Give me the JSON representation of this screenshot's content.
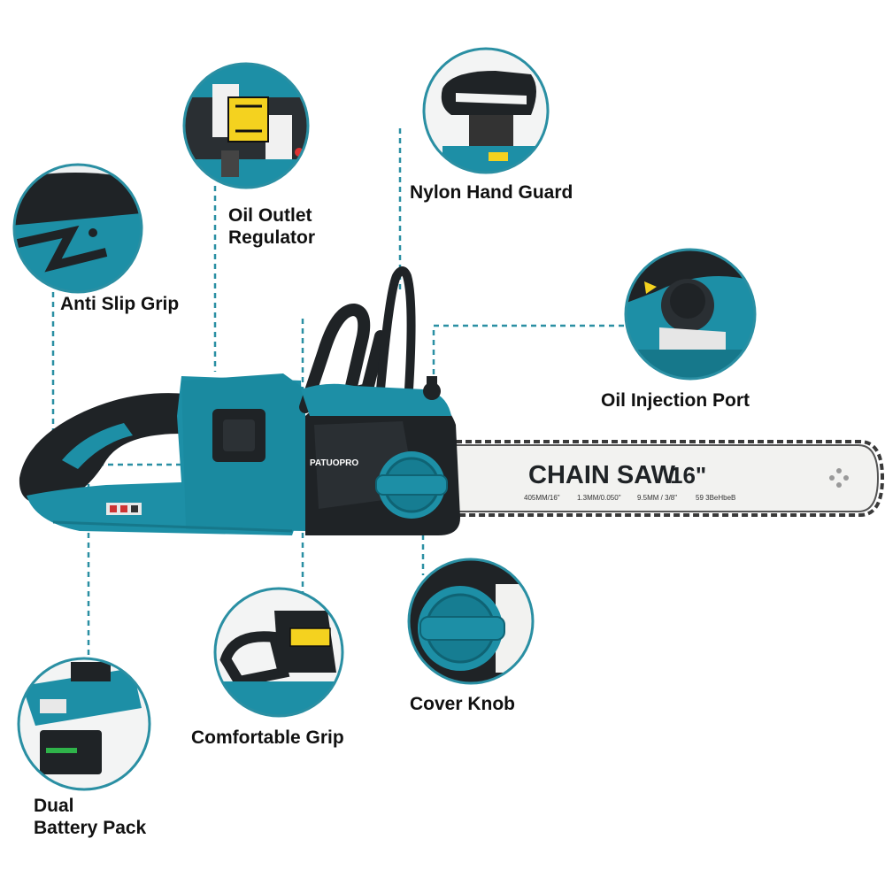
{
  "callouts": {
    "anti_slip_grip": "Anti Slip Grip",
    "oil_outlet_regulator_line1": "Oil Outlet",
    "oil_outlet_regulator_line2": "Regulator",
    "nylon_hand_guard": "Nylon Hand Guard",
    "oil_injection_port": "Oil Injection Port",
    "cover_knob": "Cover Knob",
    "comfortable_grip": "Comfortable Grip",
    "dual_battery_pack_line1": "Dual",
    "dual_battery_pack_line2": "Battery Pack"
  },
  "product": {
    "brand": "PATUOPRO",
    "bar_title": "CHAIN SAW",
    "bar_size": "16\"",
    "bar_spec_1": "405MM/16\"",
    "bar_spec_2": "1.3MM/0.050\"",
    "bar_spec_3": "9.5MM / 3/8\"",
    "bar_spec_4": "59 3BeHbeB"
  },
  "colors": {
    "body_teal": "#1d8fa6",
    "dark": "#1f2326",
    "leader_line": "#2a8fa3",
    "bar": "#f2f2f0"
  }
}
